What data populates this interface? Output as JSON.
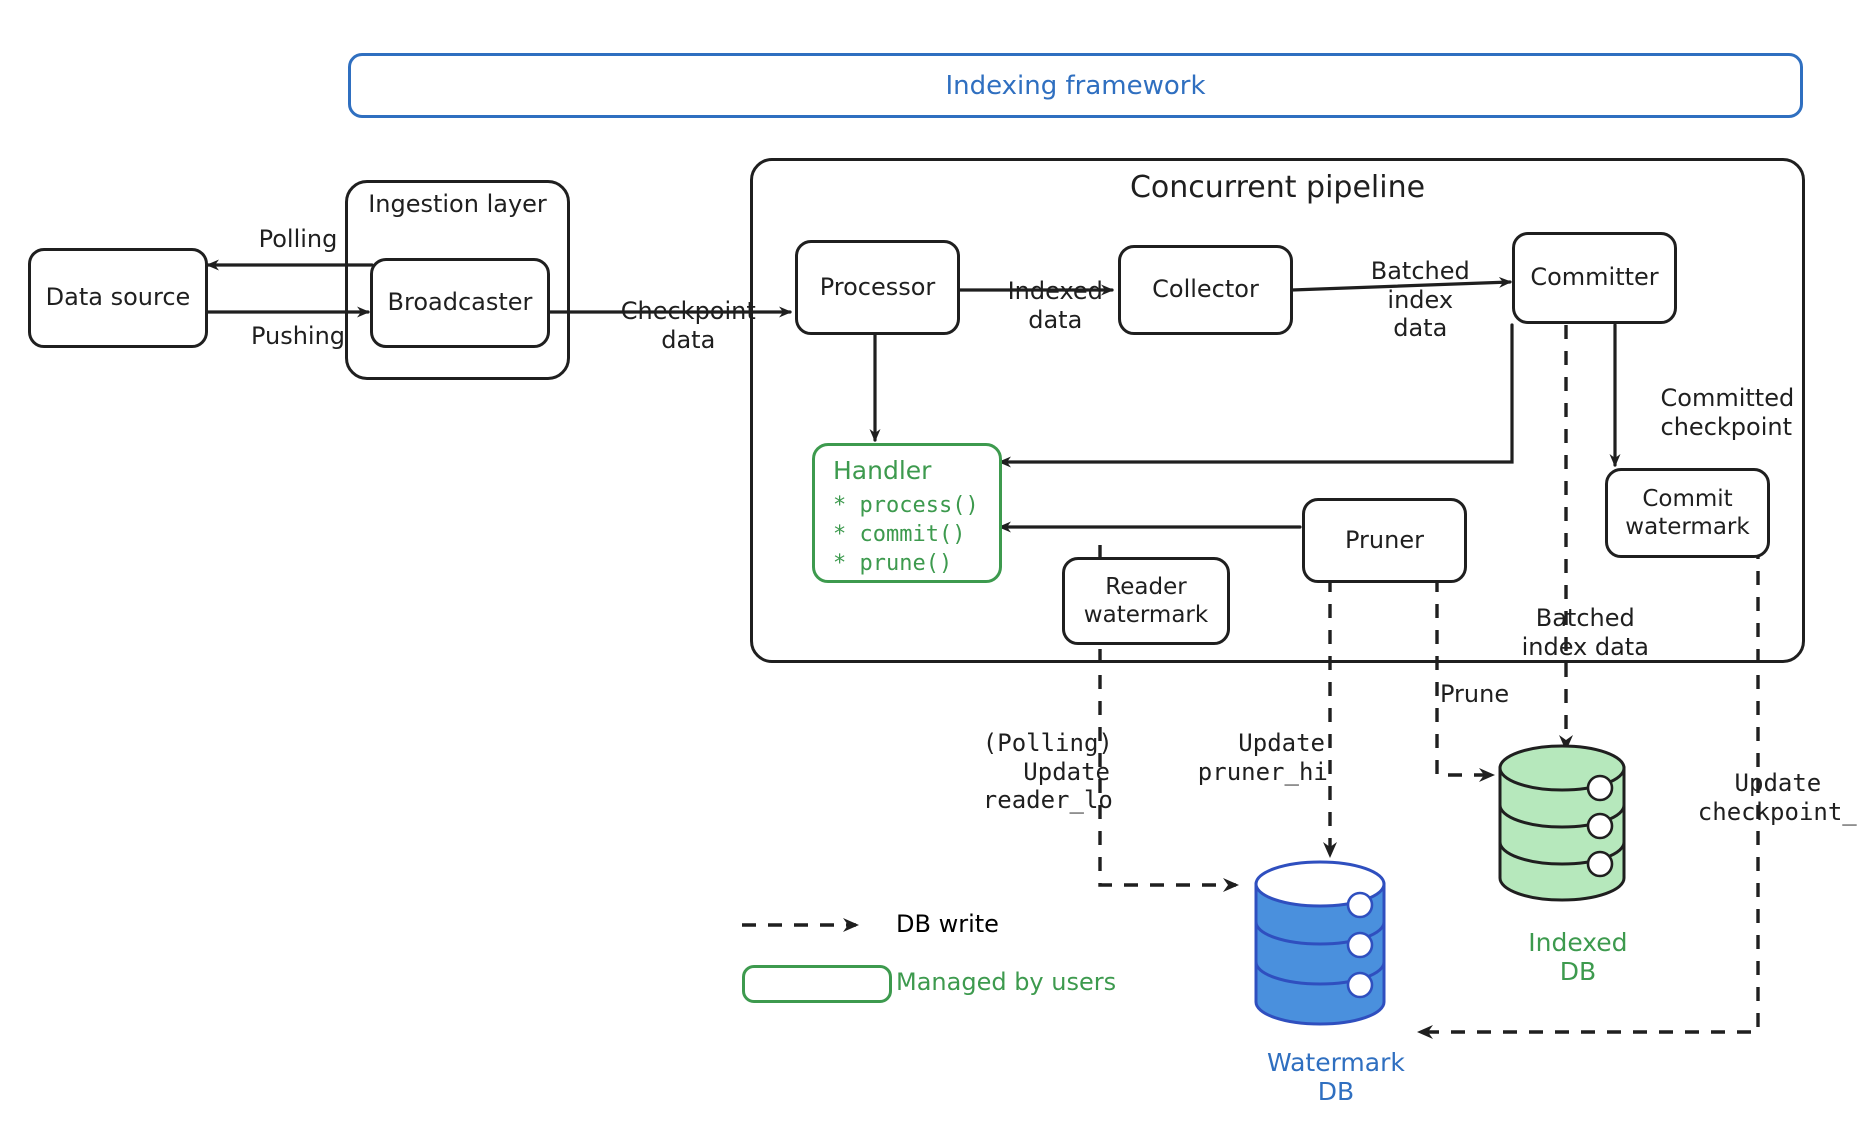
{
  "framework": {
    "title": "Indexing framework",
    "color": "#2f6fc0"
  },
  "groups": [
    {
      "name": "ingestion-layer",
      "title": "Ingestion layer"
    },
    {
      "name": "concurrent-pipeline",
      "title": "Concurrent pipeline"
    }
  ],
  "nodes": {
    "data_source": "Data source",
    "broadcaster": "Broadcaster",
    "processor": "Processor",
    "collector": "Collector",
    "committer": "Committer",
    "commit_watermark": [
      "Commit",
      "watermark"
    ],
    "reader_watermark": [
      "Reader",
      "watermark"
    ],
    "pruner": "Pruner"
  },
  "handler": {
    "title": "Handler",
    "methods": [
      "* process()",
      "* commit()",
      "* prune()"
    ],
    "color": "#3d9a4e"
  },
  "edge_labels": {
    "polling": "Polling",
    "pushing": "Pushing",
    "checkpoint_data": [
      "Checkpoint",
      "data"
    ],
    "indexed_data": [
      "Indexed",
      "data"
    ],
    "batched_index_data_top": [
      "Batched",
      "index",
      "data"
    ],
    "committed_checkpoint": [
      "Committed",
      "checkpoint"
    ],
    "batched_index_data_bottom": [
      "Batched",
      "index data"
    ],
    "prune": "Prune",
    "update_reader_lo": [
      "(Polling)",
      "Update",
      "reader_lo"
    ],
    "update_pruner_hi": [
      "Update",
      "pruner_hi"
    ],
    "update_checkpoint_hi": [
      "Update",
      "checkpoint_hi"
    ]
  },
  "databases": [
    {
      "name": "indexed-db",
      "caption": [
        "Indexed",
        "DB"
      ],
      "color": "#3d9a4e",
      "fill": "#b6e8bc"
    },
    {
      "name": "watermark-db",
      "caption": [
        "Watermark",
        "DB"
      ],
      "color": "#2f6fc0",
      "fill": "#4a90dd"
    }
  ],
  "legend": [
    {
      "name": "db-write",
      "label": "DB write",
      "kind": "dashed-arrow",
      "color": "#1f1f1f"
    },
    {
      "name": "managed-by-users",
      "label": "Managed by users",
      "kind": "green-box",
      "color": "#3d9a4e"
    }
  ]
}
